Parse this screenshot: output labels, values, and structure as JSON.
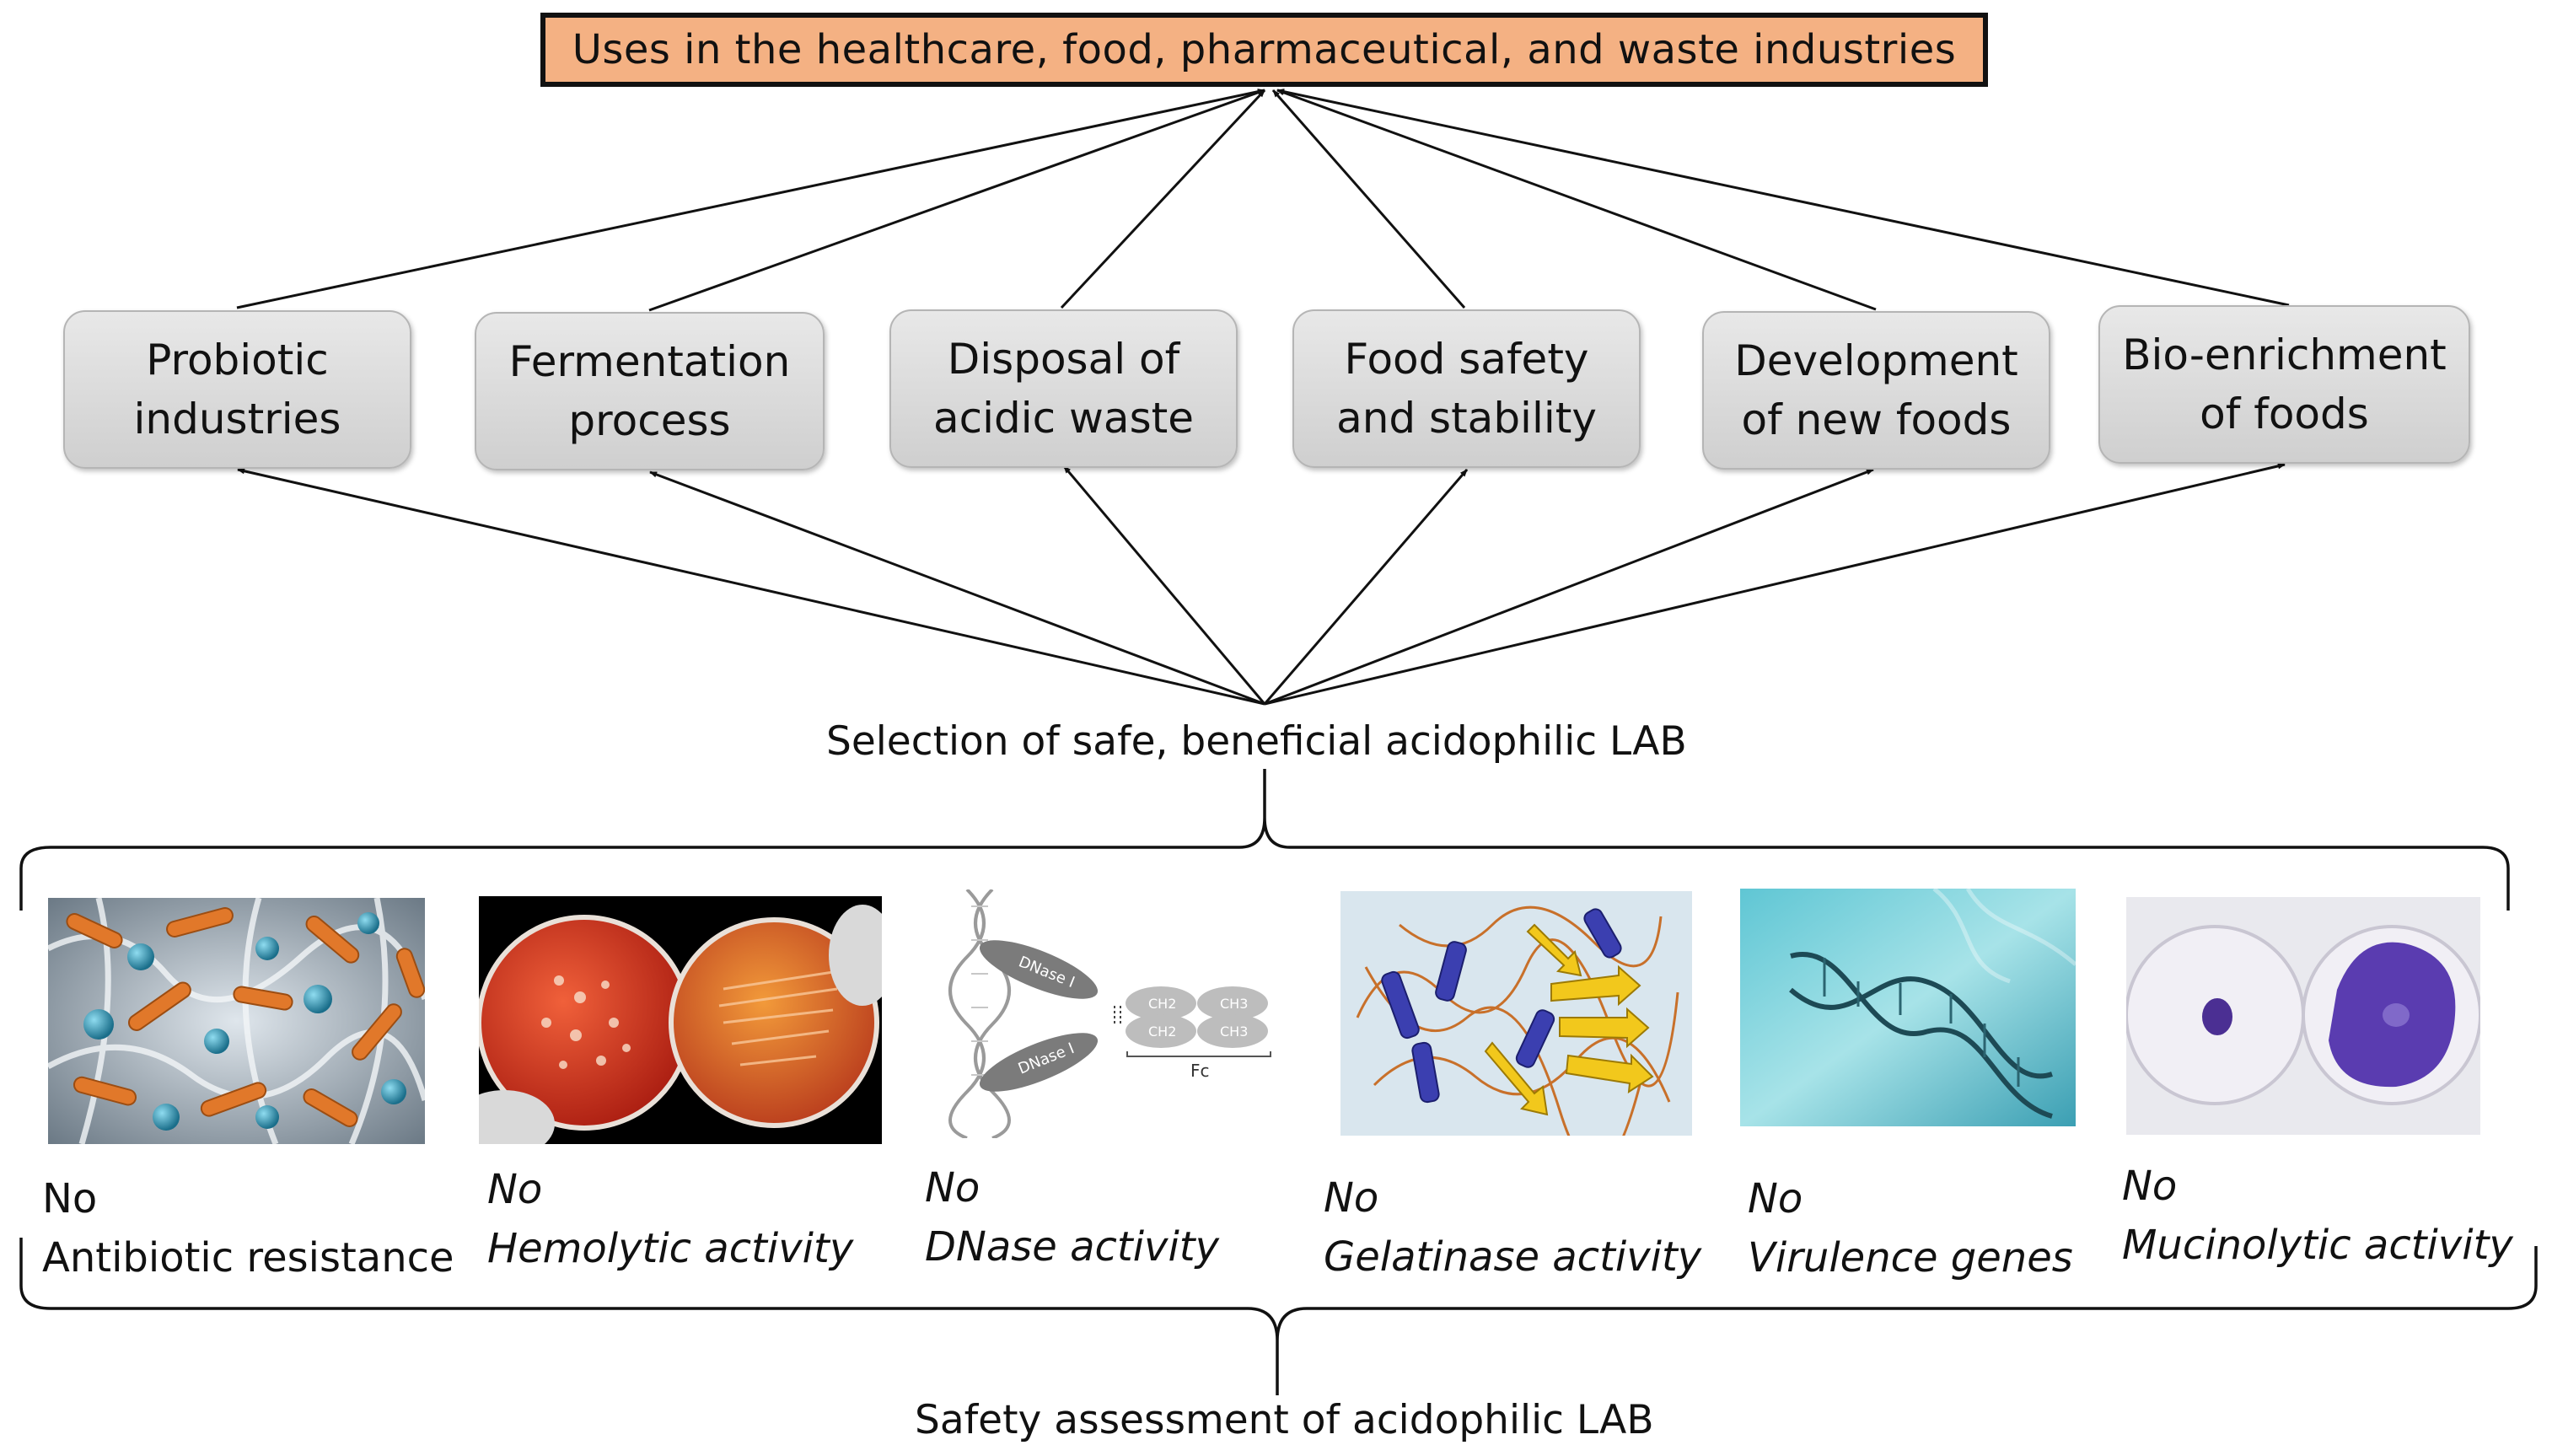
{
  "title": "Uses in the healthcare, food, pharmaceutical, and waste industries",
  "applications": [
    {
      "line1": "Probiotic",
      "line2": "industries"
    },
    {
      "line1": "Fermentation",
      "line2": "process"
    },
    {
      "line1": "Disposal of",
      "line2": "acidic waste"
    },
    {
      "line1": "Food safety",
      "line2": "and stability"
    },
    {
      "line1": "Development",
      "line2": "of new foods"
    },
    {
      "line1": "Bio-enrichment",
      "line2": "of foods"
    }
  ],
  "selection_label": "Selection of safe, beneficial acidophilic LAB",
  "safety_tests": [
    {
      "line1": "No",
      "line2": "Antibiotic resistance",
      "image": "bacteria-micrograph"
    },
    {
      "line1": "No",
      "line2": "Hemolytic activity",
      "image": "blood-agar-plates"
    },
    {
      "line1": "No",
      "line2": "DNase activity",
      "image": "dnase-antibody-diagram"
    },
    {
      "line1": "No",
      "line2": "Gelatinase activity",
      "image": "protein-ribbon-structure"
    },
    {
      "line1": "No",
      "line2": "Virulence genes",
      "image": "dna-double-helix"
    },
    {
      "line1": "No",
      "line2": "Mucinolytic activity",
      "image": "mucin-agar-plates"
    }
  ],
  "safety_label": "Safety assessment of acidophilic LAB",
  "dnase_diagram": {
    "labels": [
      "DNase I",
      "DNase I",
      "CH2",
      "CH3",
      "CH2",
      "CH3",
      "Fc"
    ]
  }
}
